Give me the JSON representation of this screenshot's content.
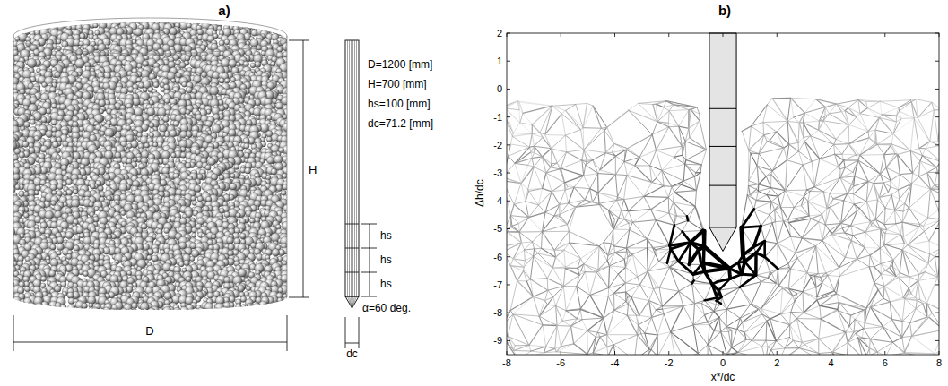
{
  "diagram": {
    "labels": [
      "a)",
      "b)",
      "H",
      "D",
      "D=1200 [mm]",
      "H=700 [mm]",
      "hs=100 [mm]",
      "dc=71.2 [mm]",
      "hs",
      "hs",
      "hs",
      "α=60 deg.",
      "dc",
      "2",
      "1",
      "0",
      "-1",
      "-2",
      "-3",
      "-4",
      "-5",
      "-6",
      "-7",
      "-8",
      "-9",
      "-8",
      "-6",
      "-4",
      "-2",
      "0",
      "2",
      "4",
      "6",
      "8",
      "Δh/dc",
      "x*/dc"
    ]
  }
}
